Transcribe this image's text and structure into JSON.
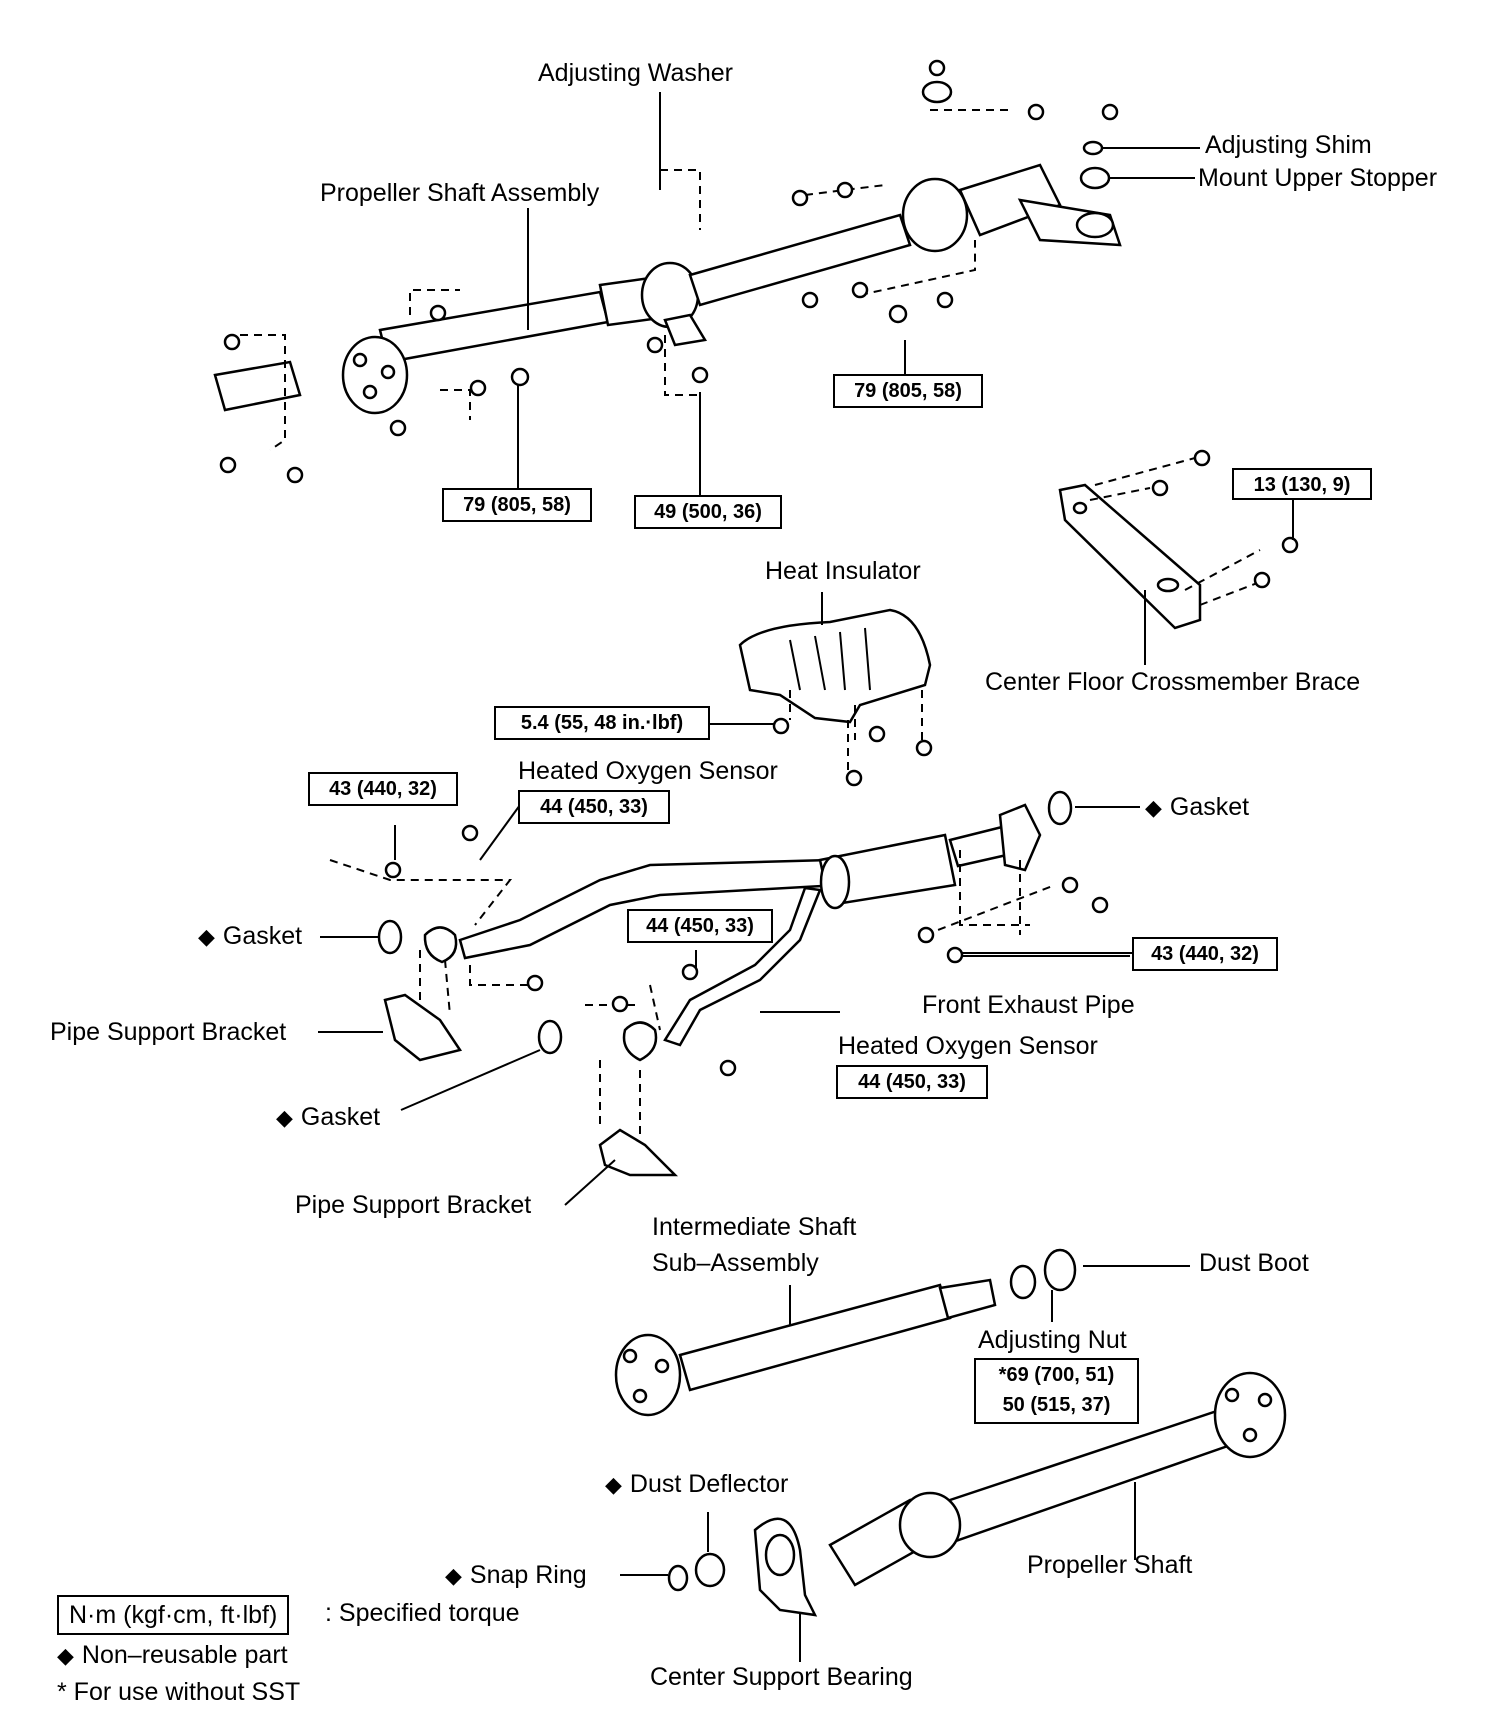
{
  "labels": {
    "adjusting_washer": "Adjusting Washer",
    "propeller_shaft_assembly": "Propeller Shaft Assembly",
    "adjusting_shim": "Adjusting Shim",
    "mount_upper_stopper": "Mount Upper Stopper",
    "heat_insulator": "Heat Insulator",
    "center_floor_crossmember_brace": "Center Floor Crossmember Brace",
    "heated_oxygen_sensor_1": "Heated Oxygen Sensor",
    "gasket_right": "Gasket",
    "gasket_left": "Gasket",
    "pipe_support_bracket_1": "Pipe Support Bracket",
    "front_exhaust_pipe": "Front Exhaust Pipe",
    "heated_oxygen_sensor_2": "Heated Oxygen Sensor",
    "gasket_lower": "Gasket",
    "pipe_support_bracket_2": "Pipe Support Bracket",
    "intermediate_shaft_line1": "Intermediate Shaft",
    "intermediate_shaft_line2": "Sub–Assembly",
    "dust_boot": "Dust Boot",
    "adjusting_nut": "Adjusting Nut",
    "dust_deflector": "Dust Deflector",
    "snap_ring": "Snap Ring",
    "propeller_shaft": "Propeller Shaft",
    "center_support_bearing": "Center Support Bearing"
  },
  "torques": {
    "t_upper_right": "79 (805, 58)",
    "t_upper_left": "79 (805, 58)",
    "t_center_bearing": "49 (500, 36)",
    "t_brace": "13 (130, 9)",
    "t_insulator": "5.4 (55, 48 in.·lbf)",
    "t_front_left": "43 (440, 32)",
    "t_sensor_1": "44 (450, 33)",
    "t_mid": "44 (450, 33)",
    "t_rear_flange": "43 (440, 32)",
    "t_sensor_2": "44 (450, 33)",
    "t_nut_sst": "*69 (700, 51)",
    "t_nut": "50 (515, 37)"
  },
  "legend": {
    "unit": "N·m (kgf·cm, ft·lbf)",
    "unit_desc": ": Specified torque",
    "non_reusable": "Non–reusable part",
    "sst_note": "* For use without SST"
  }
}
